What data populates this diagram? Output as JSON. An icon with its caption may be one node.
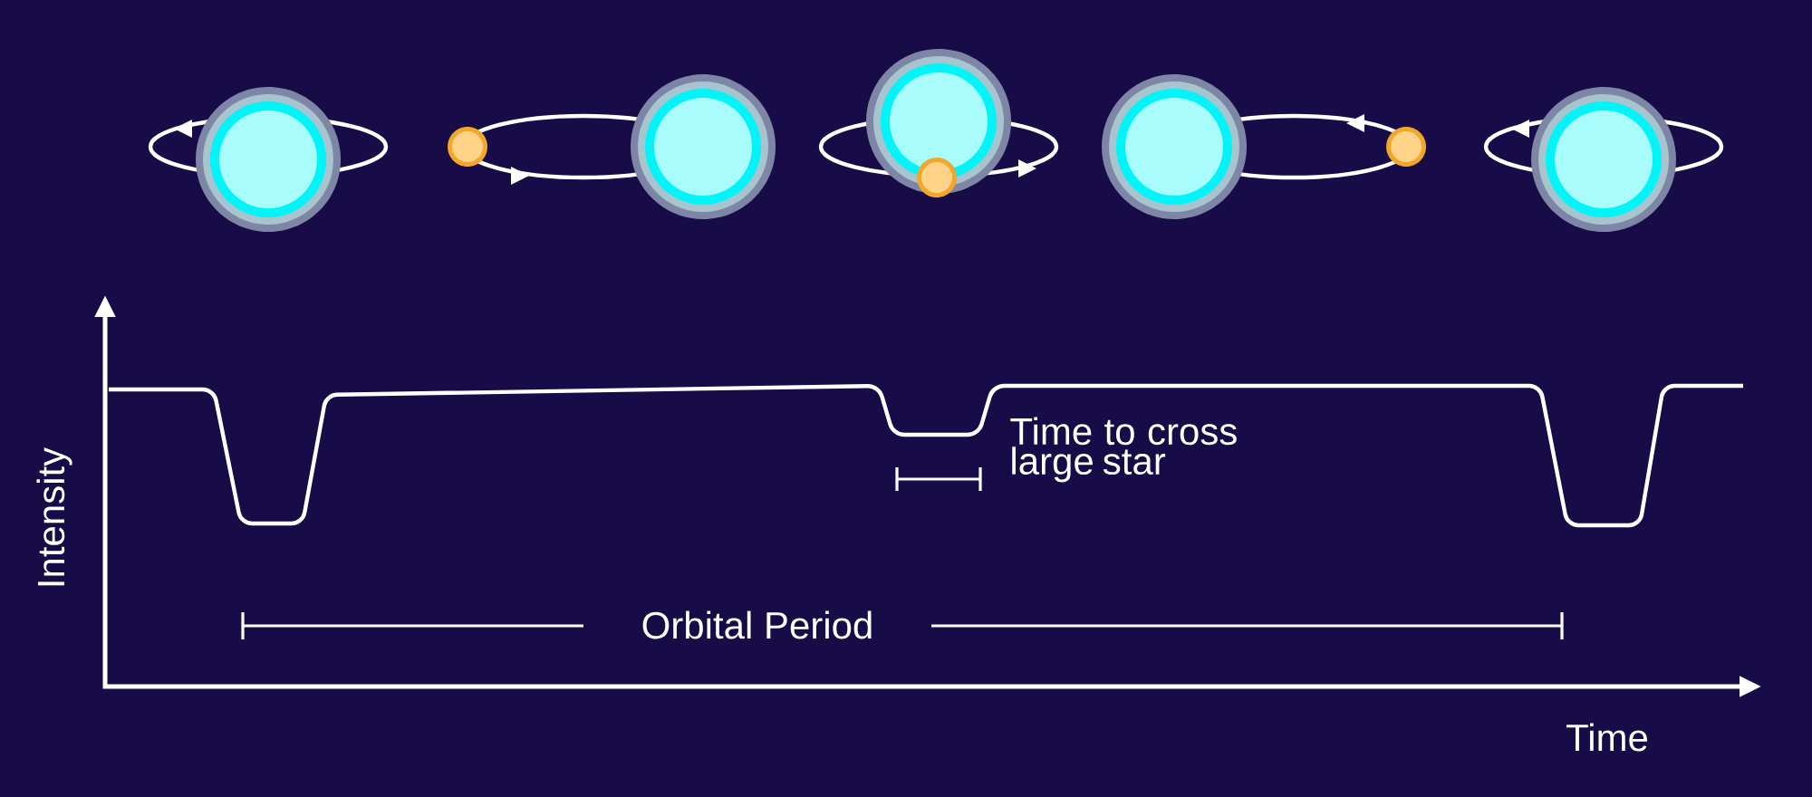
{
  "diagram": {
    "labels": [
      "Time to cross large star",
      "Intensity",
      "Orbital Period",
      "Time"
    ]
  }
}
